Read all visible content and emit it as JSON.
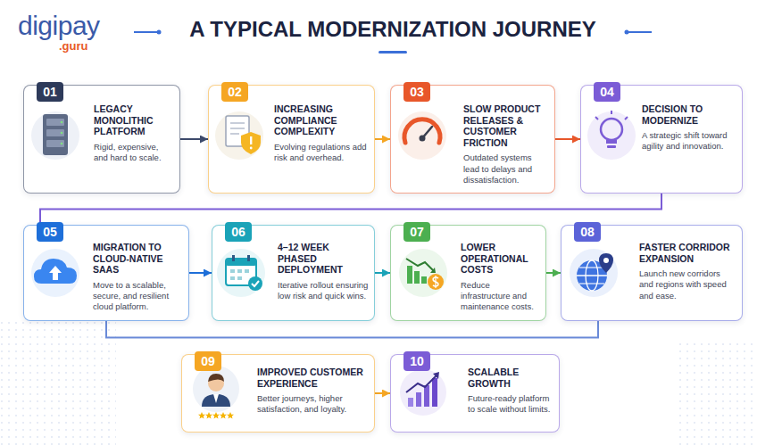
{
  "diagram": {
    "title": "A TYPICAL MODERNIZATION JOURNEY",
    "nodes": [
      {
        "text": [
          "01",
          "LEGACY MONOLITHIC PLATFORM",
          "Rigid, expensive, and hard to scale."
        ]
      },
      {
        "text": [
          "02",
          "INCREASING COMPLIANCE COMPLEXITY",
          "Evolving regulations add risk and overhead."
        ]
      },
      {
        "text": [
          "03",
          "SLOW PRODUCT RELEASES & CUSTOMER FRICTION",
          "Outdated systems lead to delays and dissatisfaction."
        ]
      },
      {
        "text": [
          "04",
          "DECISION TO MODERNIZE",
          "A strategic shift toward agility and innovation."
        ]
      },
      {
        "text": [
          "05",
          "MIGRATION TO CLOUD-NATIVE SAAS",
          "Move to a scalable, secure, and resilient cloud platform."
        ]
      },
      {
        "text": [
          "06",
          "4–12 WEEK PHASED DEPLOYMENT",
          "Iterative rollout ensuring low risk and quick wins."
        ]
      },
      {
        "text": [
          "07",
          "LOWER OPERATIONAL COSTS",
          "Reduce infrastructure and maintenance costs."
        ]
      },
      {
        "text": [
          "08",
          "FASTER CORRIDOR EXPANSION",
          "Launch new corridors and regions with speed and ease."
        ]
      },
      {
        "text": [
          "09",
          "IMPROVED CUSTOMER EXPERIENCE",
          "Better journeys, higher satisfaction, and loyalty."
        ]
      },
      {
        "text": [
          "10",
          "SCALABLE GROWTH",
          "Future-ready platform to scale without limits."
        ]
      }
    ],
    "edges": [
      {
        "from": 0,
        "to": 1,
        "arrow": "to"
      },
      {
        "from": 1,
        "to": 2,
        "arrow": "to"
      },
      {
        "from": 2,
        "to": 3,
        "arrow": "to"
      },
      {
        "from": 3,
        "to": 4,
        "arrow": "none"
      },
      {
        "from": 4,
        "to": 5,
        "arrow": "to"
      },
      {
        "from": 5,
        "to": 6,
        "arrow": "to"
      },
      {
        "from": 6,
        "to": 7,
        "arrow": "to"
      },
      {
        "from": 4,
        "to": 7,
        "arrow": "none"
      },
      {
        "from": 8,
        "to": 9,
        "arrow": "to"
      }
    ],
    "labels": [
      "digipay",
      ".guru"
    ]
  }
}
